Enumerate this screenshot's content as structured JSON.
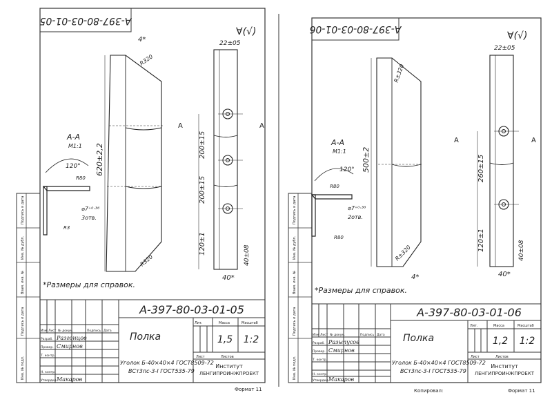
{
  "sheets": [
    {
      "top_code": "A-397-80-03-01-05",
      "code": "A-397-80-03-01-05",
      "title": "Полка",
      "mass": "1,5",
      "scale": "1:2",
      "roughness": "∀(√)",
      "note": "*Размеры для справок.",
      "section_label": "A-A",
      "section_scale": "M1:1",
      "angle": "120°",
      "hole": "⌀7⁺⁰·³⁶",
      "hole_count": "3отв.",
      "radius_small": "R3",
      "radius_80": "R80",
      "flange": "40×4",
      "dim_width": "22±05",
      "dim_thick": "4*",
      "dim_length": "620±2,2",
      "dim_a": "200±15",
      "dim_b": "200±15",
      "dim_c": "120±1",
      "dim_bottom": "40*",
      "dim_40": "40±08",
      "r_top": "R320",
      "r_bottom": "R320",
      "section_mark": "A",
      "material_a": "Уголок Б-40×40×4 ГОСТ8509-72",
      "material_b": "ВСт3пс-3-I ГОСТ535-79",
      "institute_a": "Институт",
      "institute_b": "ЛЕНГИПРОИНЖПРОЕКТ",
      "developer": "Разгонцов",
      "checker": "Смирнов",
      "approver": "Макаров",
      "format": "Формат 11",
      "footer_left": ""
    },
    {
      "top_code": "A-397-80-03-01-06",
      "code": "A-397-80-03-01-06",
      "title": "Полка",
      "mass": "1,2",
      "scale": "1:2",
      "roughness": "∀(√)",
      "note": "*Размеры для справок.",
      "section_label": "A-A",
      "section_scale": "M1:1",
      "angle": "120°",
      "hole": "⌀7⁺⁰·³⁶",
      "hole_count": "2отв.",
      "radius_small": "R80",
      "radius_80": "R80",
      "flange": "40×4",
      "dim_width": "22±05",
      "dim_thick": "4*",
      "dim_length": "500±2",
      "dim_a": "260±15",
      "dim_b": "",
      "dim_c": "120±1",
      "dim_bottom": "40*",
      "dim_40": "40±08",
      "r_top": "R±320",
      "r_bottom": "R±320",
      "section_mark": "A",
      "material_a": "Уголок Б-40×40×4 ГОСТ8509-72",
      "material_b": "ВСт3пс-3-I ГОСТ535-79",
      "institute_a": "Институт",
      "institute_b": "ЛЕНГИПРОИНЖПРОЕКТ",
      "developer": "Разыпусов",
      "checker": "Смирнов",
      "approver": "Макаров",
      "format": "Формат 11",
      "footer_left": "Копировал:"
    }
  ],
  "stamp_labels": {
    "izm": "Изм",
    "list": "Лист",
    "doc_no": "№ докум.",
    "sign": "Подпись",
    "date": "Дата",
    "razrab": "Разраб.",
    "prover": "Провер.",
    "t_kontr": "Т. контр.",
    "n_kontr": "Н. контр.",
    "utverd": "Утвердил",
    "lit": "Лит.",
    "massa": "Масса",
    "masshtab": "Масштаб",
    "list2": "Лист",
    "listov": "Листов"
  },
  "side_labels": [
    "Подпись и дата",
    "Инв. № дубл.",
    "Взам. инв. №",
    "Подпись и дата",
    "Инв. № подл."
  ]
}
